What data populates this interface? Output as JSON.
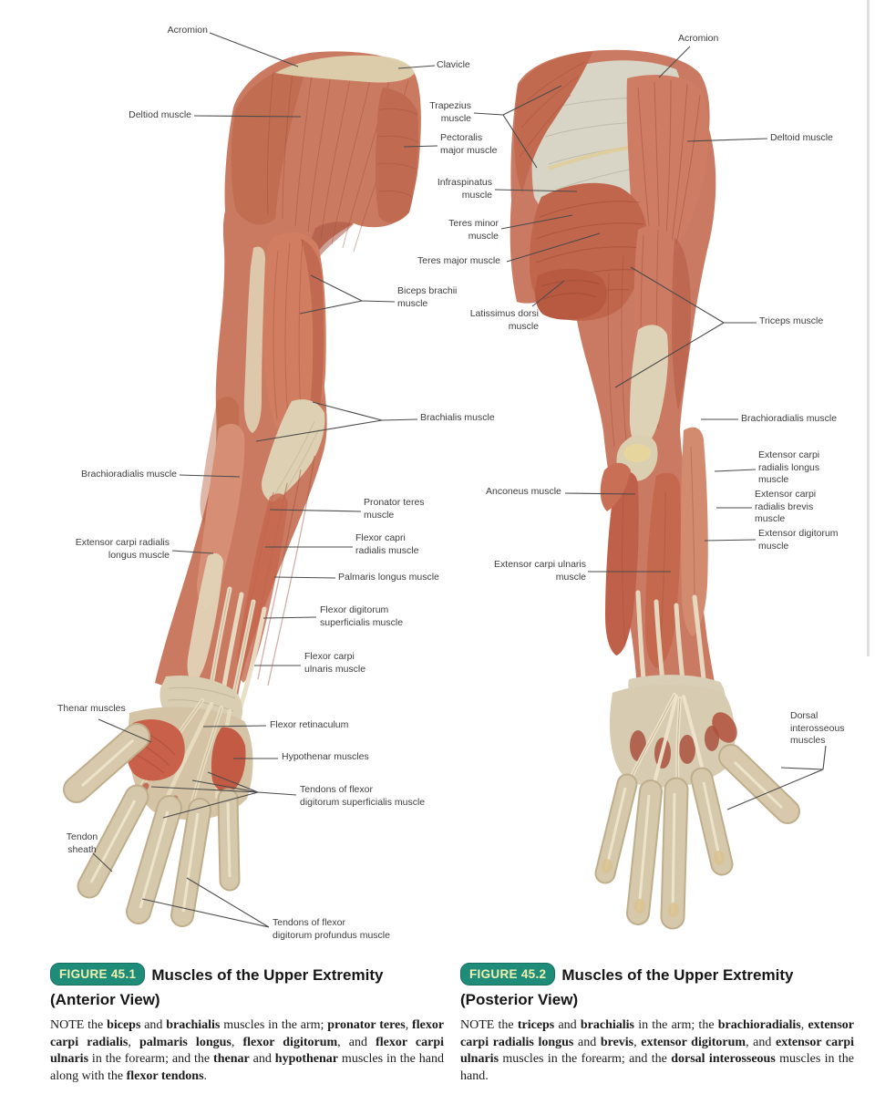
{
  "colors": {
    "badge_bg": "#1f8c7a",
    "badge_text": "#eef2b0",
    "muscle_salmon": "#cb7a62",
    "tendon_cream": "#ddd1ae",
    "label_text": "#3e3e3e"
  },
  "anterior": {
    "figure_tag": "FIGURE 45.1",
    "title": "Muscles of the Upper Extremity",
    "subtitle": "(Anterior View)",
    "labels": [
      "Acromion",
      "Deltiod muscle",
      "Clavicle",
      "Pectoralis\nmajor muscle",
      "Biceps brachii\nmuscle",
      "Brachialis muscle",
      "Brachioradialis muscle",
      "Pronator teres\nmuscle",
      "Extensor carpi radialis\nlongus muscle",
      "Flexor capri\nradialis muscle",
      "Palmaris longus muscle",
      "Flexor digitorum\nsuperficialis muscle",
      "Flexor carpi\nulnaris muscle",
      "Thenar muscles",
      "Flexor retinaculum",
      "Hypothenar muscles",
      "Tendons of flexor\ndigitorum superficialis muscle",
      "Tendon\nsheath",
      "Tendons of flexor\ndigitorum profundus muscle"
    ],
    "note": [
      {
        "t": "NOTE the "
      },
      {
        "t": "biceps",
        "b": 1
      },
      {
        "t": " and "
      },
      {
        "t": "brachialis",
        "b": 1
      },
      {
        "t": " muscles in the arm; "
      },
      {
        "t": "pronator teres",
        "b": 1
      },
      {
        "t": ", "
      },
      {
        "t": "flexor carpi radialis",
        "b": 1
      },
      {
        "t": ", "
      },
      {
        "t": "palmaris longus",
        "b": 1
      },
      {
        "t": ", "
      },
      {
        "t": "flexor digitorum",
        "b": 1
      },
      {
        "t": ", and "
      },
      {
        "t": "flexor carpi ulnaris",
        "b": 1
      },
      {
        "t": " in the forearm; and the "
      },
      {
        "t": "thenar",
        "b": 1
      },
      {
        "t": " and "
      },
      {
        "t": "hypothenar",
        "b": 1
      },
      {
        "t": " muscles in the hand along with the "
      },
      {
        "t": "flexor tendons",
        "b": 1
      },
      {
        "t": "."
      }
    ]
  },
  "posterior": {
    "figure_tag": "FIGURE 45.2",
    "title": "Muscles of the Upper Extremity",
    "subtitle": "(Posterior View)",
    "labels": [
      "Acromion",
      "Trapezius\nmuscle",
      "Infraspinatus\nmuscle",
      "Teres minor\nmuscle",
      "Teres major muscle",
      "Latissimus dorsi\nmuscle",
      "Deltoid muscle",
      "Triceps muscle",
      "Brachioradialis muscle",
      "Extensor carpi\nradialis longus\nmuscle",
      "Extensor carpi\nradialis brevis\nmuscle",
      "Extensor digitorum\nmuscle",
      "Anconeus muscle",
      "Extensor carpi ulnaris\nmuscle",
      "Dorsal\ninterosseous\nmuscles"
    ],
    "note": [
      {
        "t": "NOTE the "
      },
      {
        "t": "triceps",
        "b": 1
      },
      {
        "t": " and "
      },
      {
        "t": "brachialis",
        "b": 1
      },
      {
        "t": " in the arm; the "
      },
      {
        "t": "brachioradialis",
        "b": 1
      },
      {
        "t": ", "
      },
      {
        "t": "extensor carpi radialis longus",
        "b": 1
      },
      {
        "t": " and "
      },
      {
        "t": "brevis",
        "b": 1
      },
      {
        "t": ", "
      },
      {
        "t": "extensor digitorum",
        "b": 1
      },
      {
        "t": ", and "
      },
      {
        "t": "extensor carpi ulnaris",
        "b": 1
      },
      {
        "t": " muscles in the forearm; and the "
      },
      {
        "t": "dorsal interosseous",
        "b": 1
      },
      {
        "t": " muscles in the hand."
      }
    ]
  }
}
